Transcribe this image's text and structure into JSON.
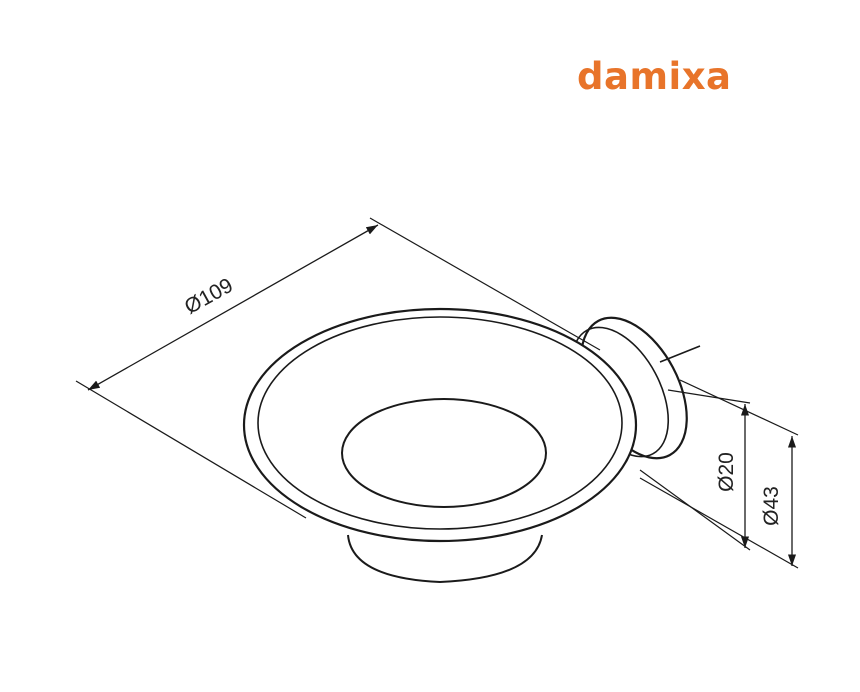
{
  "brand": {
    "name": "damixa",
    "color": "#e8742a"
  },
  "dimensions": {
    "dish_diameter": "Ø109",
    "inner_diameter": "Ø20",
    "mount_diameter": "Ø43"
  },
  "line_color": "#1a1a1a"
}
